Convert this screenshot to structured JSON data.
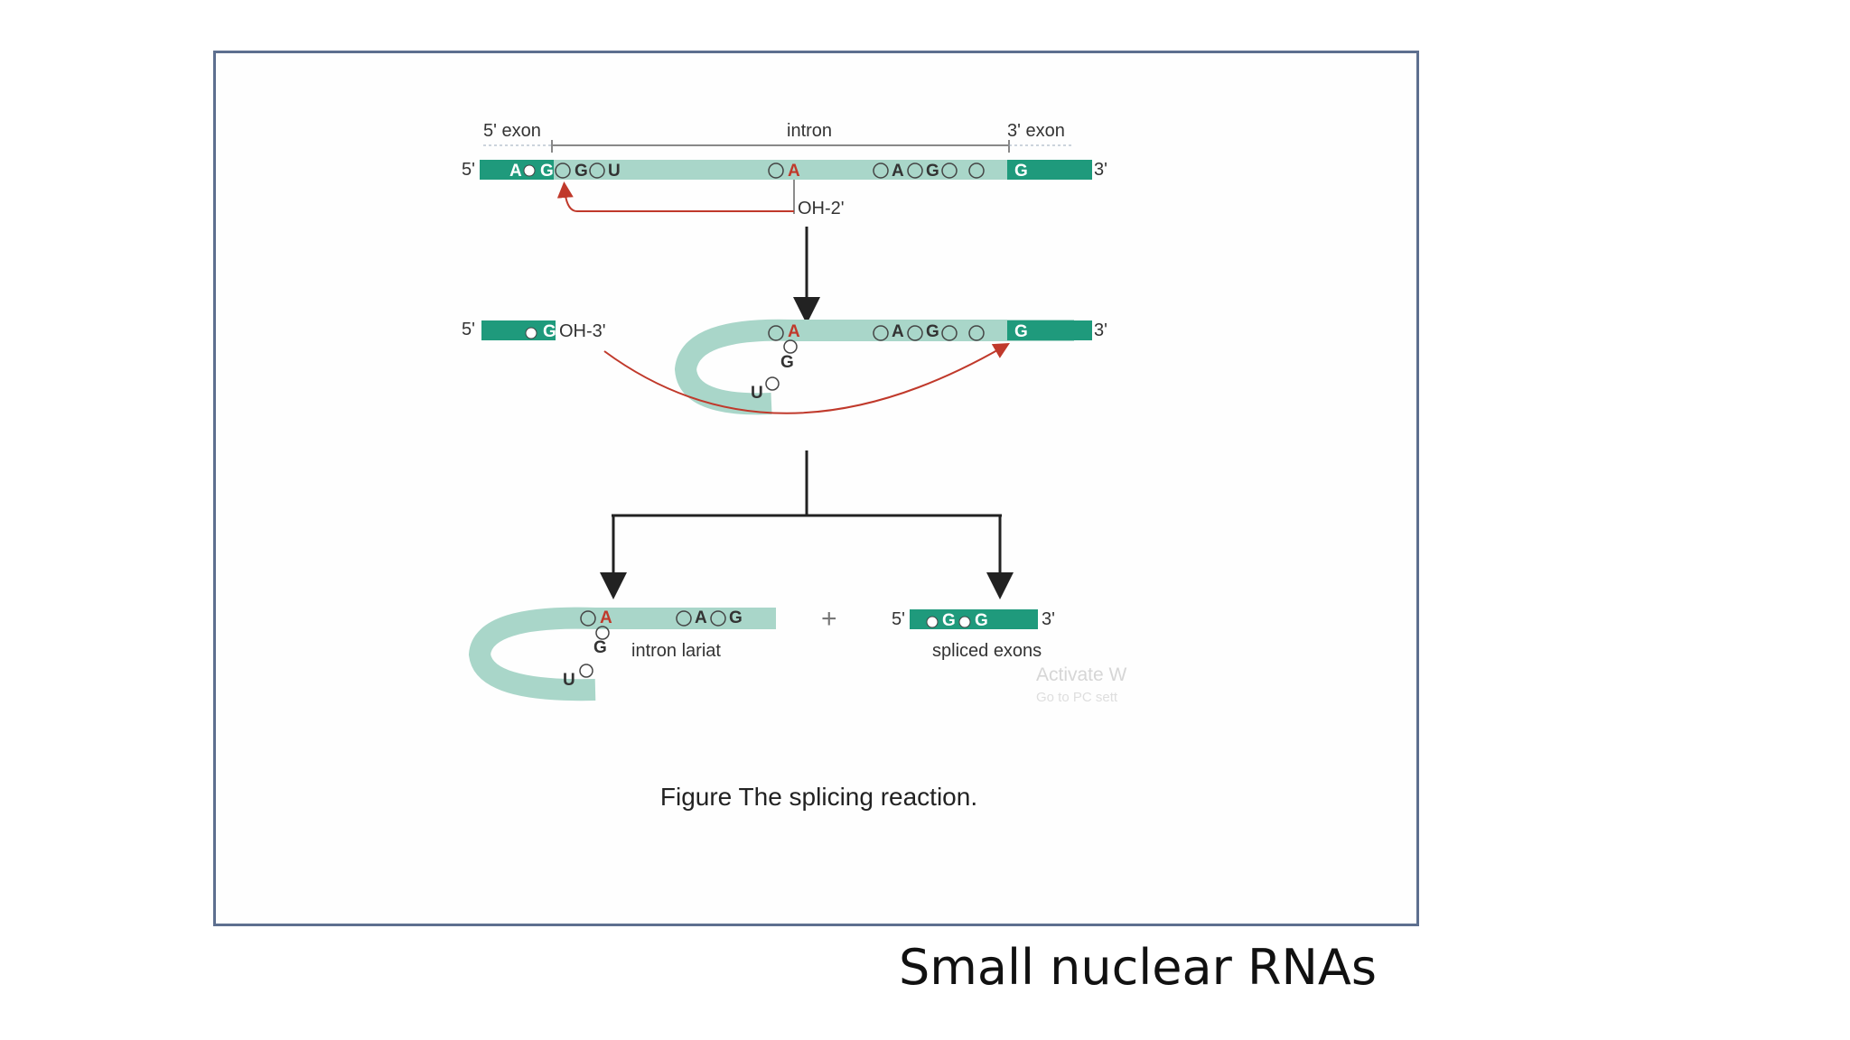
{
  "slide": {
    "title": "Small nuclear RNAs"
  },
  "figure": {
    "caption": "Figure The splicing reaction.",
    "labels": {
      "exon5": "5' exon",
      "intron": "intron",
      "exon3": "3' exon",
      "end5": "5'",
      "end3": "3'",
      "oh2": "OH-2'",
      "oh3": "OH-3'",
      "plus": "+",
      "intron_lariat": "intron lariat",
      "spliced_exons": "spliced exons"
    },
    "nucleotides": {
      "A": "A",
      "G": "G",
      "U": "U",
      "p": "p"
    },
    "watermark": {
      "line1": "Activate W",
      "line2": "Go to PC sett"
    },
    "colors": {
      "exon": "#1f9a7c",
      "intron": "#a9d6c9",
      "branch": "#c0392b",
      "frame": "#5d6f8f"
    }
  }
}
